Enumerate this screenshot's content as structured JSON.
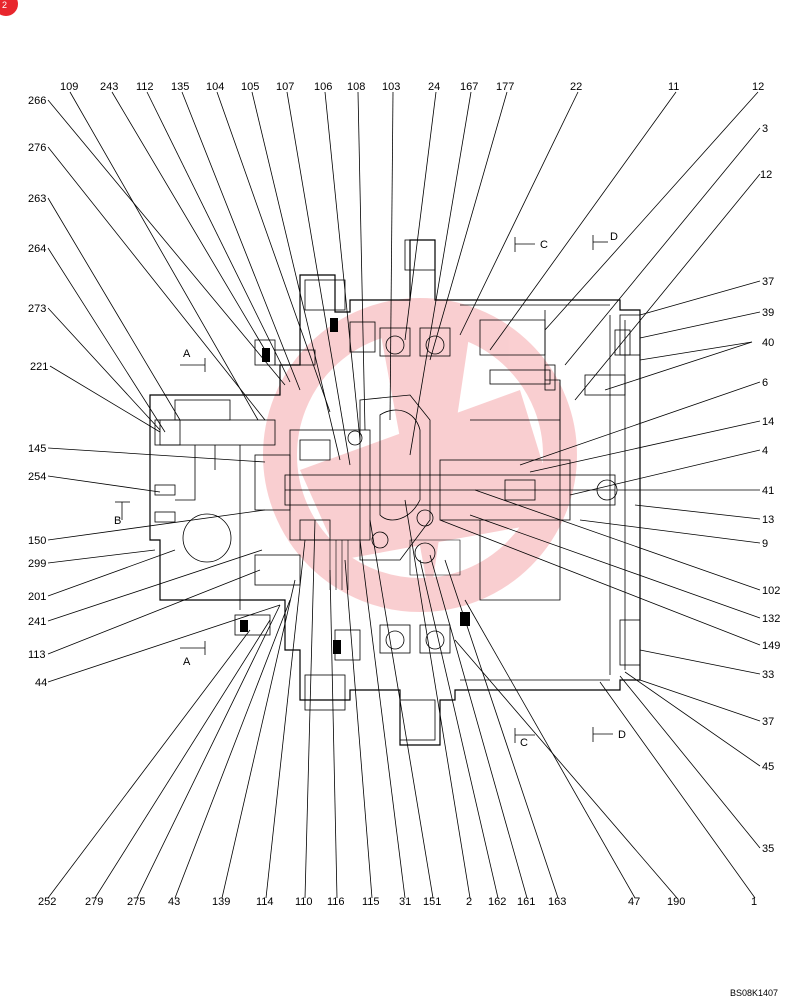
{
  "drawing_code": "BS08K1407",
  "section_marks": [
    "A",
    "B",
    "C",
    "D"
  ],
  "part_labels": {
    "top": [
      "109",
      "243",
      "112",
      "135",
      "104",
      "105",
      "107",
      "106",
      "108",
      "103",
      "24",
      "167",
      "177",
      "22",
      "11",
      "12"
    ],
    "left": [
      "266",
      "276",
      "263",
      "264",
      "273",
      "221",
      "145",
      "254",
      "150",
      "299",
      "201",
      "241",
      "113",
      "44"
    ],
    "right": [
      "3",
      "12",
      "37",
      "39",
      "40",
      "6",
      "14",
      "4",
      "41",
      "13",
      "9",
      "102",
      "132",
      "149",
      "33",
      "37",
      "45",
      "35"
    ],
    "bottom": [
      "252",
      "279",
      "275",
      "43",
      "139",
      "114",
      "110",
      "116",
      "115",
      "31",
      "151",
      "2",
      "162",
      "161",
      "163",
      "47",
      "190",
      "1"
    ]
  },
  "colors": {
    "watermark": "#e8262d",
    "line": "#000000",
    "background": "#ffffff"
  }
}
